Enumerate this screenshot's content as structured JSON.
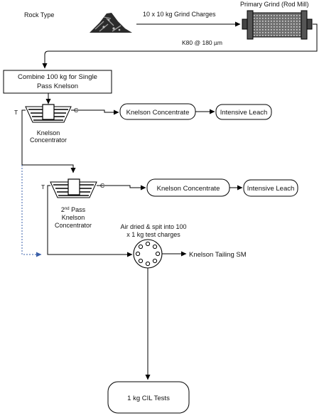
{
  "labels": {
    "rock_type": "Rock Type",
    "grind_charges": "10 x 10 kg Grind Charges",
    "primary_grind": "Primary Grind (Rod Mill)",
    "k80": "K80 @ 180 µm",
    "combine_line1": "Combine 100 kg for Single",
    "combine_line2": "Pass Knelson",
    "knelson_conc_line1": "Knelson",
    "knelson_conc_line2": "Concentrator",
    "knelson_concentrate_1": "Knelson Concentrate",
    "intensive_leach_1": "Intensive Leach",
    "second_pass_prefix": "2",
    "second_pass_sup": "nd",
    "second_pass_suffix": " Pass",
    "second_pass_line2": "Knelson",
    "second_pass_line3": "Concentrator",
    "knelson_concentrate_2": "Knelson Concentrate",
    "intensive_leach_2": "Intensive Leach",
    "air_dried_line1": "Air dried & spit into 100",
    "air_dried_line2": "x 1 kg test charges",
    "knelson_tailing": "Knelson Tailing SM",
    "cil_tests": "1 kg CIL Tests",
    "t1": "T",
    "c1": "C",
    "t2": "T",
    "c2": "C"
  }
}
